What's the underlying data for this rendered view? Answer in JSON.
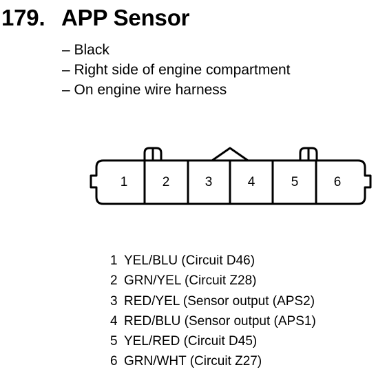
{
  "header": {
    "number": "179.",
    "title": "APP Sensor"
  },
  "notes": [
    "– Black",
    "– Right side of engine compartment",
    "– On engine wire harness"
  ],
  "connector": {
    "cells": [
      "1",
      "2",
      "3",
      "4",
      "5",
      "6"
    ]
  },
  "pinout": [
    {
      "pin": "1",
      "description": "YEL/BLU (Circuit D46)"
    },
    {
      "pin": "2",
      "description": "GRN/YEL (Circuit Z28)"
    },
    {
      "pin": "3",
      "description": "RED/YEL (Sensor output (APS2)"
    },
    {
      "pin": "4",
      "description": "RED/BLU (Sensor output (APS1)"
    },
    {
      "pin": "5",
      "description": "YEL/RED (Circuit D45)"
    },
    {
      "pin": "6",
      "description": "GRN/WHT (Circuit Z27)"
    }
  ]
}
